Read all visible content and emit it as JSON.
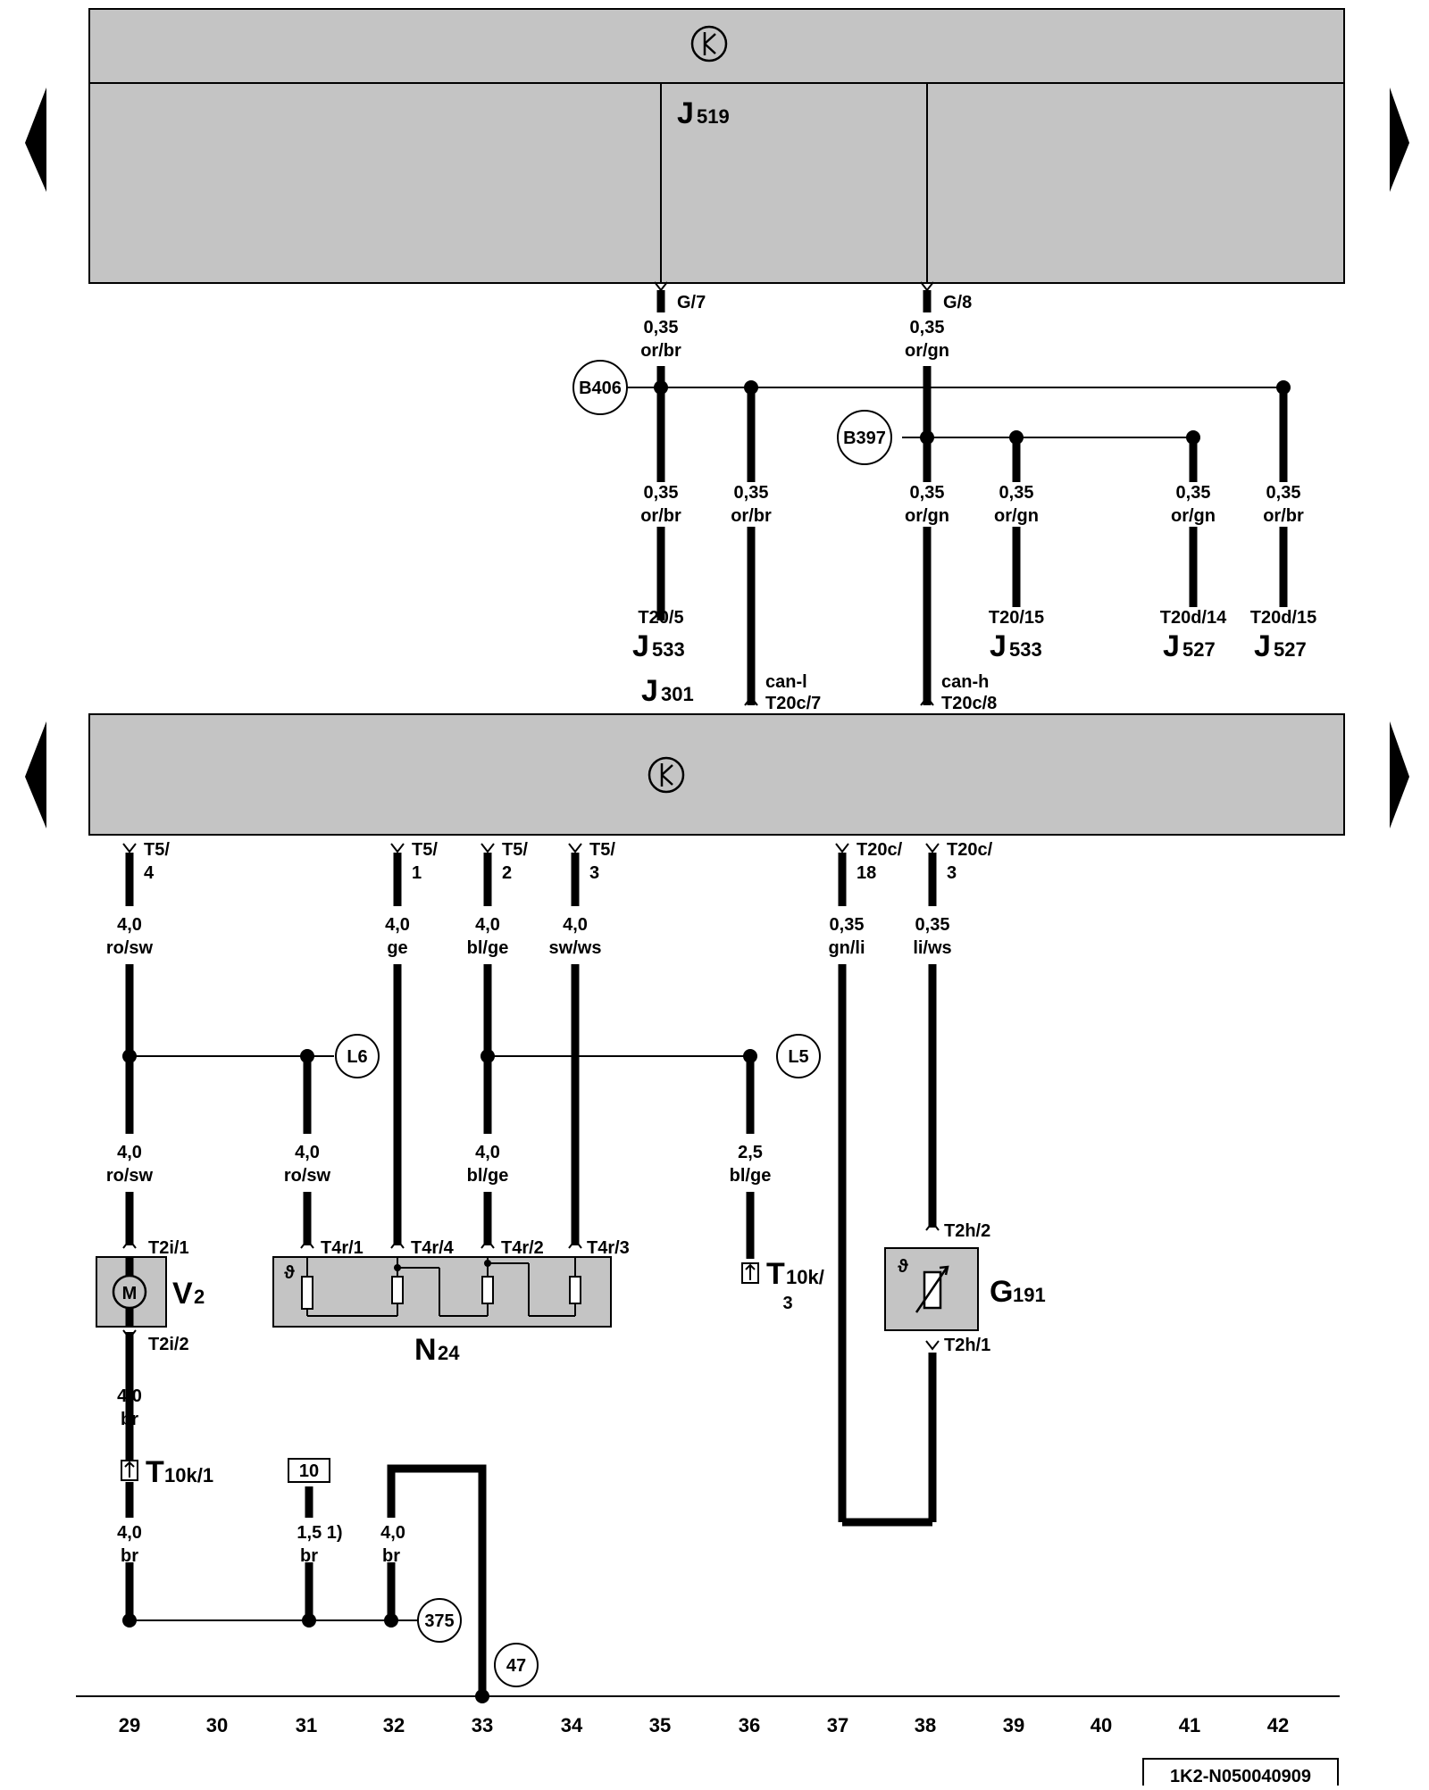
{
  "diagram": {
    "doc_id": "1K2-N050040909",
    "units": {
      "J519": {
        "main": "J",
        "sub": "519"
      },
      "J533_a": {
        "main": "J",
        "sub": "533"
      },
      "J533_b": {
        "main": "J",
        "sub": "533"
      },
      "J527_a": {
        "main": "J",
        "sub": "527"
      },
      "J527_b": {
        "main": "J",
        "sub": "527"
      },
      "J301": {
        "main": "J",
        "sub": "301"
      },
      "V2": {
        "main": "V",
        "sub": "2"
      },
      "N24": {
        "main": "N",
        "sub": "24"
      },
      "G191": {
        "main": "G",
        "sub": "191"
      }
    },
    "top_pins": {
      "g7": "G/7",
      "g8": "G/8",
      "t20_5": "T20/5",
      "t20_15": "T20/15",
      "t20d_14": "T20d/14",
      "t20d_15": "T20d/15",
      "can_l": "can-l",
      "t20c_7": "T20c/7",
      "can_h": "can-h",
      "t20c_8": "T20c/8"
    },
    "top_wires": {
      "w1a": "0,35",
      "w1b": "or/br",
      "w2a": "0,35",
      "w2b": "or/gn",
      "w3a": "0,35",
      "w3b": "or/br",
      "w4a": "0,35",
      "w4b": "or/br",
      "w5a": "0,35",
      "w5b": "or/gn",
      "w6a": "0,35",
      "w6b": "or/gn",
      "w7a": "0,35",
      "w7b": "or/gn",
      "w8a": "0,35",
      "w8b": "or/br"
    },
    "splices": {
      "b406": "B406",
      "b397": "B397"
    },
    "bottom_pins": {
      "t5_4a": "T5/",
      "t5_4b": "4",
      "t5_1a": "T5/",
      "t5_1b": "1",
      "t5_2a": "T5/",
      "t5_2b": "2",
      "t5_3a": "T5/",
      "t5_3b": "3",
      "t20c_18a": "T20c/",
      "t20c_18b": "18",
      "t20c_3a": "T20c/",
      "t20c_3b": "3",
      "t2i_1": "T2i/1",
      "t2i_2": "T2i/2",
      "t4r_1": "T4r/1",
      "t4r_4": "T4r/4",
      "t4r_2": "T4r/2",
      "t4r_3": "T4r/3",
      "t2h_2": "T2h/2",
      "t2h_1": "T2h/1",
      "t10k1_main": "T",
      "t10k1_sub": "10k/1",
      "t10k3_main": "T",
      "t10k3_sub": "10k/",
      "t10k3_line2": "3"
    },
    "bottom_wires": {
      "a1": "4,0",
      "a2": "ro/sw",
      "b1": "4,0",
      "b2": "ge",
      "c1": "4,0",
      "c2": "bl/ge",
      "d1": "4,0",
      "d2": "sw/ws",
      "e1": "0,35",
      "e2": "gn/li",
      "f1": "0,35",
      "f2": "li/ws",
      "g1": "4,0",
      "g2": "ro/sw",
      "h1": "4,0",
      "h2": "ro/sw",
      "i1": "4,0",
      "i2": "bl/ge",
      "j1": "2,5",
      "j2": "bl/ge",
      "k1": "4,0",
      "k2": "br",
      "l1": "4,0",
      "l2": "br",
      "m1": "1,5 1)",
      "m2": "br",
      "n1": "4,0",
      "n2": "br"
    },
    "connections": {
      "l6": "L6",
      "l5": "L5",
      "c375": "375",
      "c47": "47",
      "fuse": "10"
    },
    "motor_symbol": "M",
    "theta_symbol": "ϑ",
    "columns": [
      "29",
      "30",
      "31",
      "32",
      "33",
      "34",
      "35",
      "36",
      "37",
      "38",
      "39",
      "40",
      "41",
      "42"
    ]
  }
}
